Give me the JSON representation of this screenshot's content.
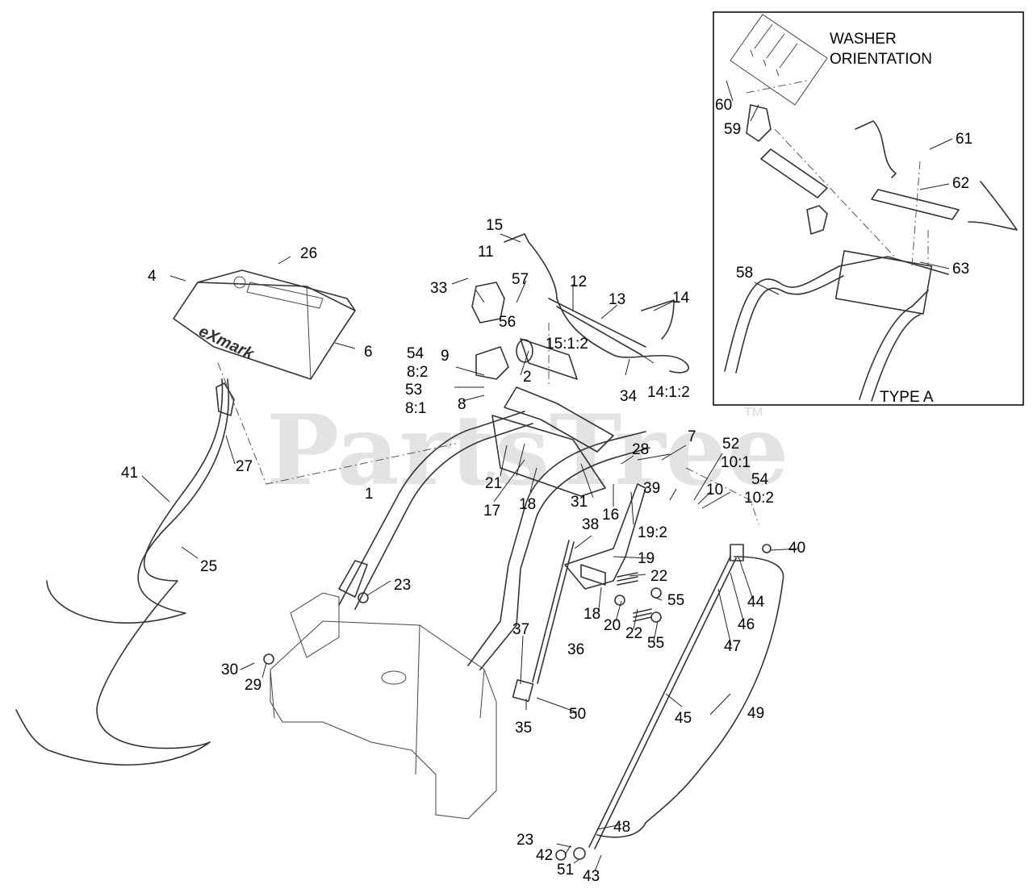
{
  "watermark": {
    "text": "PartsTree",
    "tm": "TM"
  },
  "brand_logo": {
    "text": "eXmark"
  },
  "inset": {
    "caption": "TYPE A",
    "note_line1": "WASHER",
    "note_line2": "ORIENTATION"
  },
  "callouts": {
    "c1": "1",
    "c2": "2",
    "c4": "4",
    "c6": "6",
    "c7": "7",
    "c8": "8",
    "c9": "9",
    "c10": "10",
    "c11": "11",
    "c12": "12",
    "c13": "13",
    "c14": "14",
    "c14_12": "14:1:2",
    "c15": "15",
    "c15_12": "15:1:2",
    "c16": "16",
    "c17": "17",
    "c18a": "18",
    "c18b": "18",
    "c19": "19",
    "c19_2": "19:2",
    "c20": "20",
    "c21": "21",
    "c22a": "22",
    "c22b": "22",
    "c23a": "23",
    "c23b": "23",
    "c25": "25",
    "c26": "26",
    "c27": "27",
    "c28": "28",
    "c29": "29",
    "c30": "30",
    "c31": "31",
    "c33": "33",
    "c34": "34",
    "c35": "35",
    "c36": "36",
    "c37": "37",
    "c38": "38",
    "c39": "39",
    "c40": "40",
    "c41": "41",
    "c42": "42",
    "c43": "43",
    "c44": "44",
    "c45": "45",
    "c46": "46",
    "c47": "47",
    "c48": "48",
    "c49": "49",
    "c50": "50",
    "c51": "51",
    "c52": "52",
    "c10_1": "10:1",
    "c53": "53",
    "c8_1": "8:1",
    "c54a": "54",
    "c8_2": "8:2",
    "c54b": "54",
    "c10_2": "10:2",
    "c55a": "55",
    "c55b": "55",
    "c56": "56",
    "c57": "57",
    "c58": "58",
    "c59": "59",
    "c60": "60",
    "c61": "61",
    "c62": "62",
    "c63": "63"
  }
}
